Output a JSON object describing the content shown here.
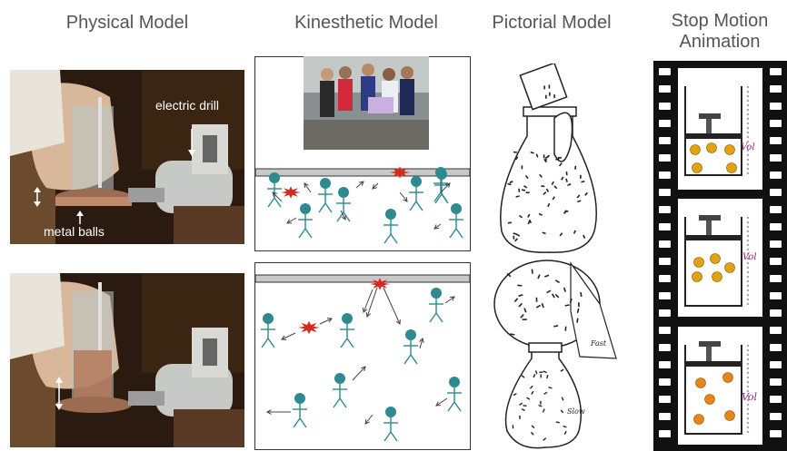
{
  "columns": {
    "physical": "Physical Model",
    "kinesthetic": "Kinesthetic Model",
    "pictorial": "Pictorial Model",
    "stop_motion_line1": "Stop Motion",
    "stop_motion_line2": "Animation"
  },
  "physical_labels": {
    "electric_drill": "electric drill",
    "metal_balls": "metal balls"
  },
  "pictorial_labels": {
    "fast": "Fast",
    "slow": "Slow"
  },
  "animation_labels": {
    "vol": "Vol"
  },
  "colors": {
    "title_text": "#555555",
    "person": "#2e8a8f",
    "collision": "#d42a1f",
    "ball_gold": "#e2a312",
    "ball_orange": "#e88419"
  }
}
